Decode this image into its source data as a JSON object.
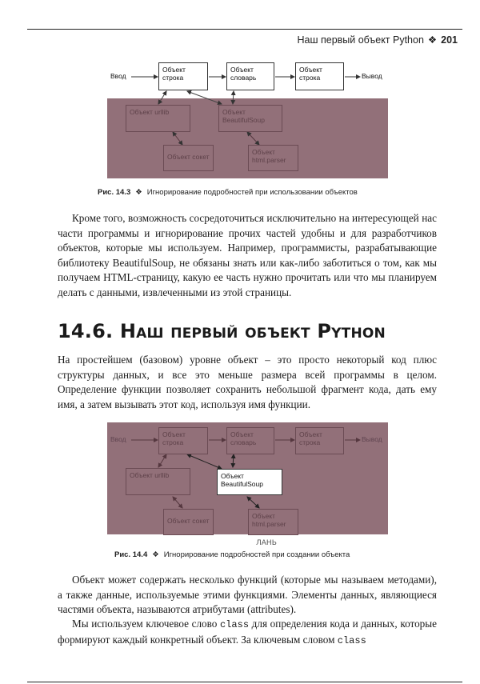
{
  "header": {
    "title": "Наш первый объект Python",
    "separator": "❖",
    "page_number": "201"
  },
  "figure1": {
    "input_label": "Ввод",
    "output_label": "Вывод",
    "box_string_in": "Объект\nстрока",
    "box_dict": "Объект\nсловарь",
    "box_string_out": "Объект\nстрока",
    "box_urllib": "Объект urllib",
    "box_bs": "Объект\nBeautifulSoup",
    "box_socket": "Объект сокет",
    "box_htmlparser": "Объект\nhtml.parser",
    "caption_num": "Рис. 14.3",
    "caption_sep": "❖",
    "caption_text": "Игнорирование подробностей при использовании объектов"
  },
  "para1": "Кроме того, возможность сосредоточиться исключительно на интересующей нас части программы и игнорирование прочих частей удобны и для разработчиков объектов, которые мы используем. Например, программисты, разрабатывающие библиотеку BeautifulSoup, не обязаны знать или как-либо заботиться о том, как мы получаем HTML-страницу, какую ее часть нужно прочитать или что мы планируем делать с данными, извлеченными из этой страницы.",
  "section_heading": "14.6. Наш первый объект Python",
  "para2": "На простейшем (базовом) уровне объект – это просто некоторый код плюс структуры данных, и все это меньше размера всей программы в целом. Определение функции позволяет сохранить небольшой фрагмент кода, дать ему имя, а затем вызывать этот код, используя имя функции.",
  "figure2": {
    "input_label": "Ввод",
    "output_label": "Вывод",
    "box_string_in": "Объект\nстрока",
    "box_dict": "Объект\nсловарь",
    "box_string_out": "Объект\nстрока",
    "box_urllib": "Объект urllib",
    "box_bs": "Объект\nBeautifulSoup",
    "box_socket": "Объект сокет",
    "box_htmlparser": "Объект\nhtml.parser",
    "caption_num": "Рис. 14.4",
    "caption_sep": "❖",
    "caption_text": "Игнорирование подробностей при создании объекта"
  },
  "para3": "Объект может содержать несколько функций (которые мы называем методами), а также данные, используемые этими функциями. Элементы данных, являющиеся частями объекта, называются атрибутами (attributes).",
  "para4_a": "Мы используем ключевое слово ",
  "para4_code1": "class",
  "para4_b": " для определения кода и данных, которые формируют каждый конкретный объект. За ключевым словом ",
  "para4_code2": "class",
  "watermark": "ЛАНЬ"
}
